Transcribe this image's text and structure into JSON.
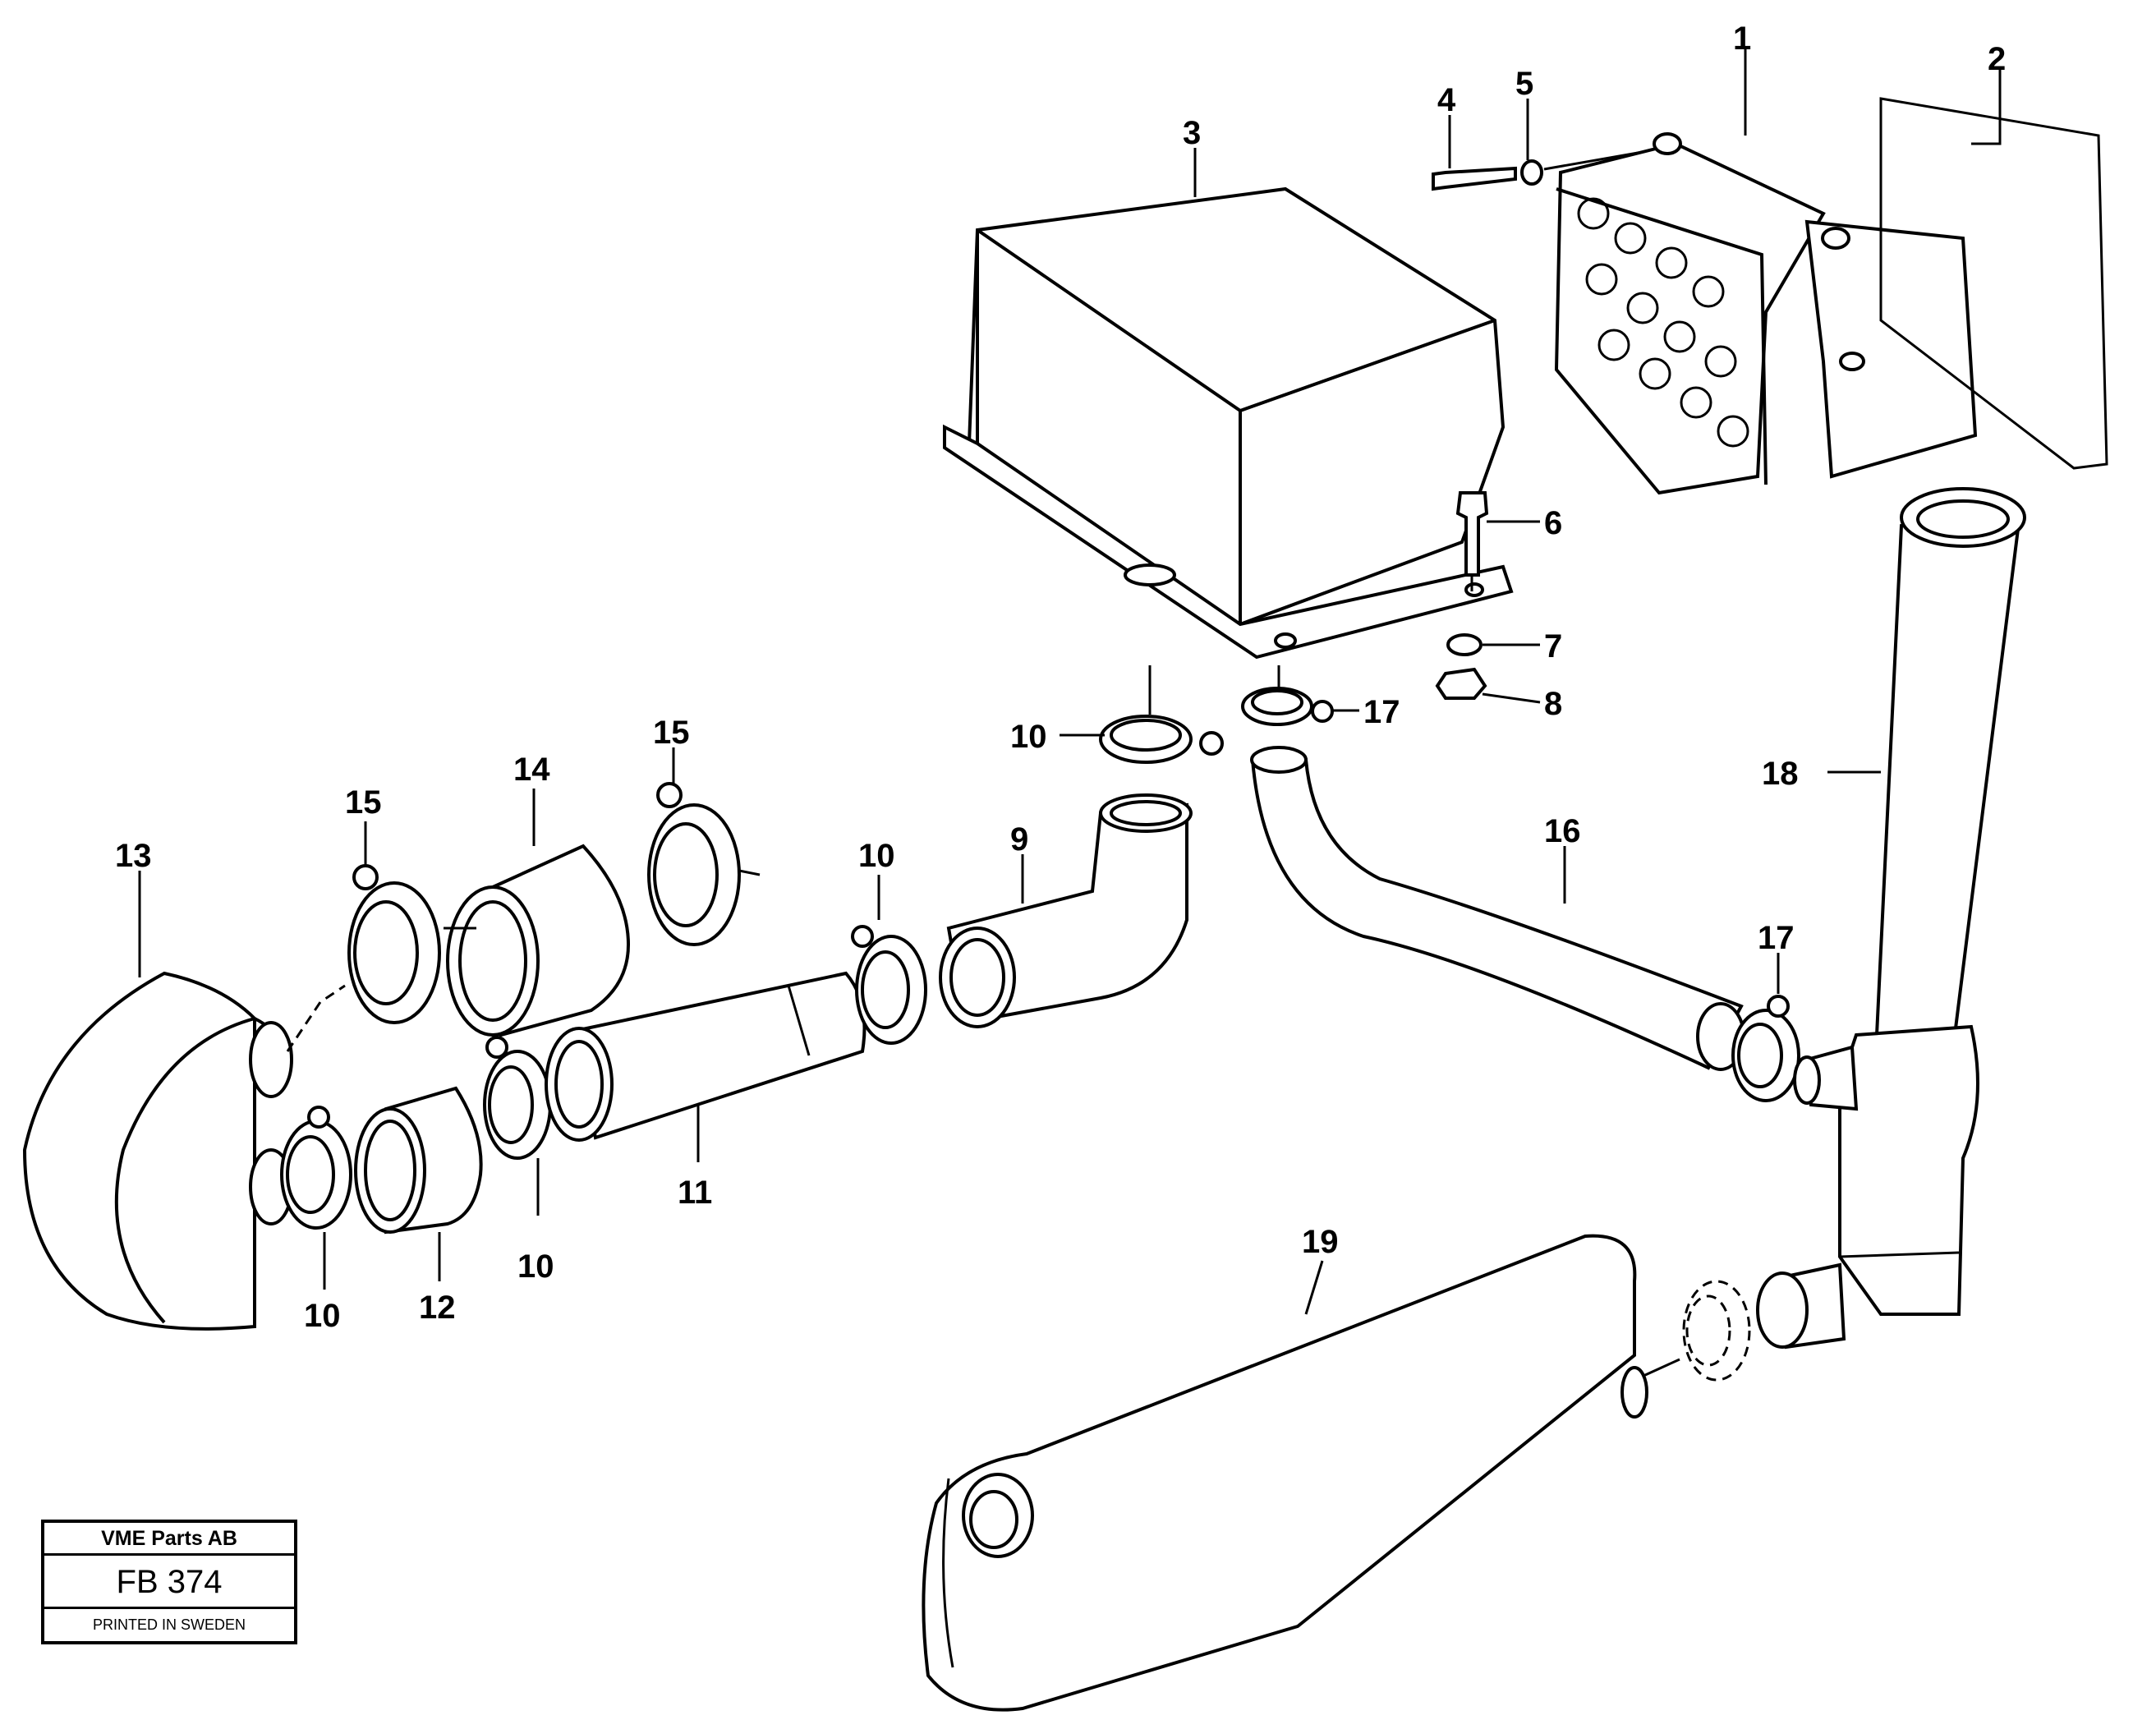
{
  "title_block": {
    "company": "VME Parts AB",
    "drawing_code": "FB 374",
    "printed": "PRINTED IN SWEDEN"
  },
  "callouts": [
    "1",
    "2",
    "3",
    "4",
    "5",
    "6",
    "7",
    "8",
    "9",
    "10",
    "10",
    "10",
    "10",
    "11",
    "12",
    "13",
    "14",
    "15",
    "15",
    "16",
    "17",
    "17",
    "18",
    "19"
  ]
}
